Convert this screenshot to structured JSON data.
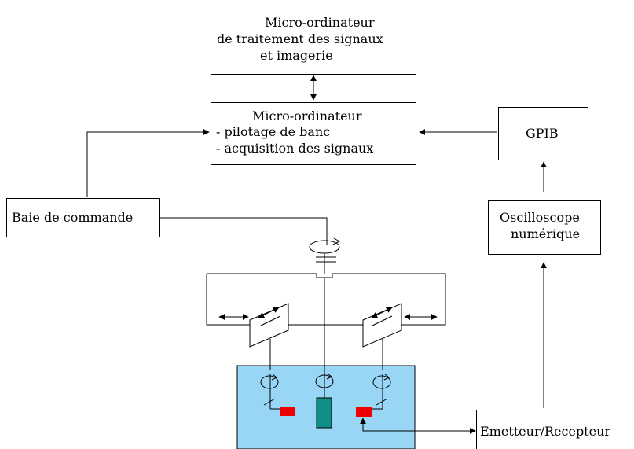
{
  "boxes": {
    "imaging": {
      "lines": [
        "Micro-ordinateur",
        "de traitement des signaux",
        "et imagerie"
      ]
    },
    "control_pc": {
      "lines": [
        "Micro-ordinateur",
        "- pilotage de banc",
        "- acquisition des signaux"
      ]
    },
    "gpib": {
      "label": "GPIB"
    },
    "baie": {
      "label": "Baie de commande"
    },
    "oscilloscope": {
      "lines": [
        "Oscilloscope",
        "numérique"
      ]
    },
    "emetteur": {
      "label": "Emetteur/Recepteur"
    }
  },
  "colors": {
    "water": "#99d6f5",
    "transducer": "#ee0000",
    "specimen": "#108f87",
    "line": "#000000"
  }
}
